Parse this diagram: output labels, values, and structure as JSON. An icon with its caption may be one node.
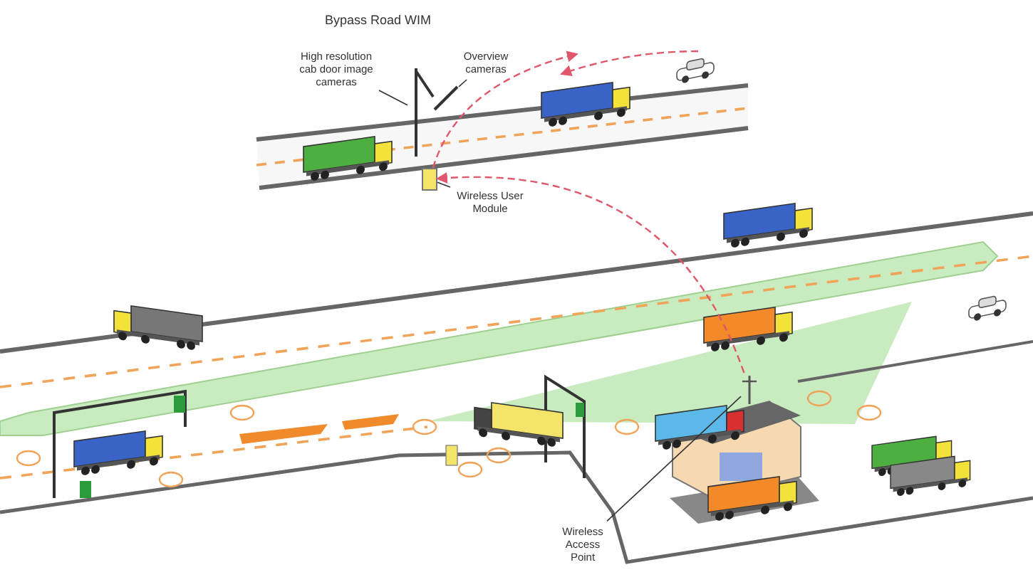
{
  "diagram": {
    "title": "Bypass Road WIM",
    "nodes": [
      {
        "text": [
          "High resolution cab door image cameras"
        ]
      },
      {
        "text": [],
        "shape": "picture"
      },
      {
        "text": [
          "Overview cameras"
        ]
      },
      {
        "text": [],
        "shape": "picture"
      },
      {
        "text": [
          "Wireless User Module"
        ]
      },
      {
        "text": [],
        "shape": "box"
      },
      {
        "text": [
          "Wireless Access Point"
        ]
      },
      {
        "text": [],
        "shape": "picture"
      }
    ],
    "edges": [
      {
        "from": 0,
        "to": 1,
        "arrow": "none"
      },
      {
        "from": 2,
        "to": 3,
        "arrow": "none"
      },
      {
        "from": 4,
        "to": 5,
        "arrow": "none"
      },
      {
        "from": 6,
        "to": 7,
        "arrow": "none"
      },
      {
        "from": 7,
        "to": 5,
        "arrow": "to",
        "style": "dashed",
        "color": "#e0566a"
      },
      {
        "from": 5,
        "to": null,
        "arrow": "to",
        "style": "dashed",
        "color": "#e0566a"
      }
    ]
  }
}
